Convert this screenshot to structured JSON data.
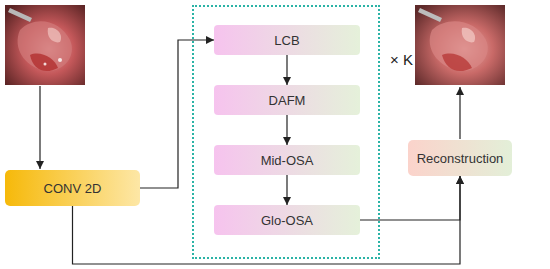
{
  "diagram": {
    "nodes": [
      {
        "text": [
          "CONV 2D"
        ]
      },
      {
        "text": [
          "× K"
        ]
      },
      {
        "text": [
          "LCB"
        ],
        "in": 1
      },
      {
        "text": [
          "DAFM"
        ],
        "in": 1
      },
      {
        "text": [
          "Mid-OSA"
        ],
        "in": 1
      },
      {
        "text": [
          "Glo-OSA"
        ],
        "in": 1
      },
      {
        "text": [
          "Reconstruction"
        ]
      }
    ],
    "edges": [
      {
        "from": 0,
        "to": 2,
        "arrow": "to"
      },
      {
        "from": 2,
        "to": 3,
        "arrow": "to"
      },
      {
        "from": 3,
        "to": 4,
        "arrow": "to"
      },
      {
        "from": 4,
        "to": 5,
        "arrow": "to"
      },
      {
        "from": 5,
        "to": 6,
        "arrow": "to"
      },
      {
        "from": 0,
        "to": 6,
        "arrow": "to"
      }
    ]
  }
}
